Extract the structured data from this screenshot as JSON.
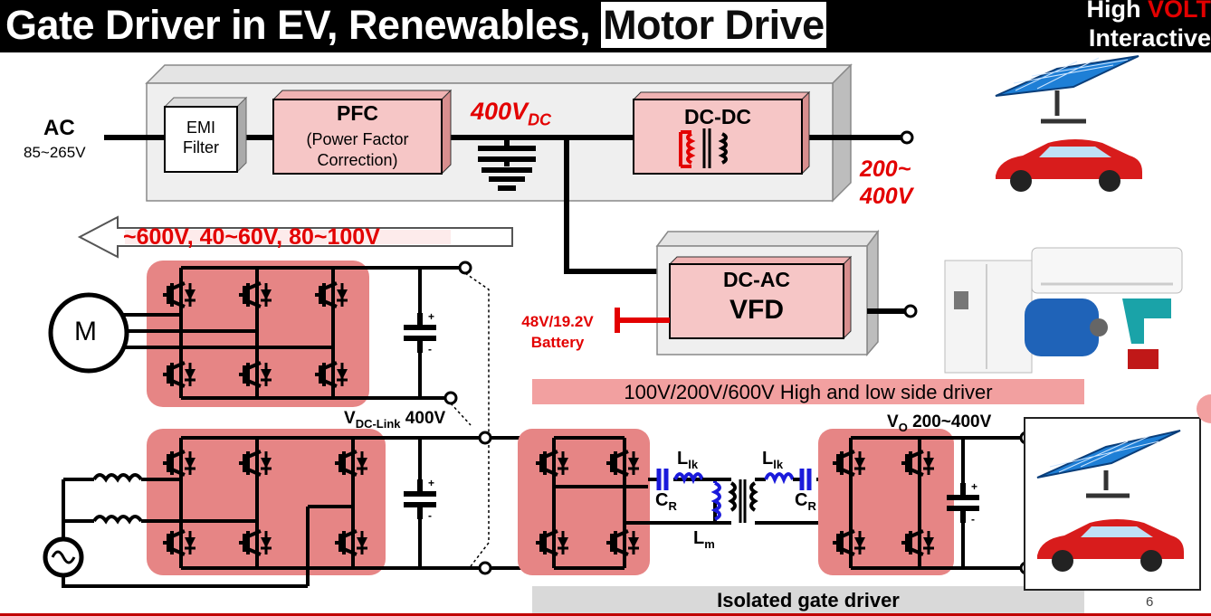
{
  "title": {
    "part1": "Gate Driver in EV, Renewables, ",
    "part2": "Motor Drive"
  },
  "logo": {
    "line1_a": "High ",
    "line1_b": "VOLT",
    "line2": "Interactive"
  },
  "input": {
    "label": "AC",
    "range": "85~265V"
  },
  "blocks": {
    "emi_line1": "EMI",
    "emi_line2": "Filter",
    "pfc_title": "PFC",
    "pfc_line1": "(Power Factor",
    "pfc_line2": "Correction)",
    "dcdc": "DC-DC",
    "dcac_line1": "DC-AC",
    "dcac_line2": "VFD"
  },
  "labels": {
    "dc_bus": "400V",
    "dc_bus_sub": "DC",
    "dcdc_out_1": "200~",
    "dcdc_out_2": "400V",
    "arrow_text": "~600V,  40~60V, 80~100V",
    "battery_1": "48V/19.2V",
    "battery_2": "Battery",
    "motor": "M",
    "vdc_link": "V",
    "vdc_link_sub": "DC-Link",
    "vdc_link_val": " 400V",
    "vo": "V",
    "vo_sub": "O",
    "vo_val": " 200~400V",
    "llk": "L",
    "llk_sub": "lk",
    "cr": "C",
    "cr_sub": "R",
    "lm": "L",
    "lm_sub": "m",
    "banner_hl": "100V/200V/600V High and low side driver",
    "banner_iso": "Isolated  gate driver"
  },
  "page_number": "6",
  "colors": {
    "accent_red": "#e30000",
    "block_pink": "#f6c6c6",
    "bridge_pink": "#e68585",
    "banner_pink": "#f2a0a0",
    "banner_gray": "#d9d9d9",
    "inductor_blue": "#1a1adb"
  }
}
